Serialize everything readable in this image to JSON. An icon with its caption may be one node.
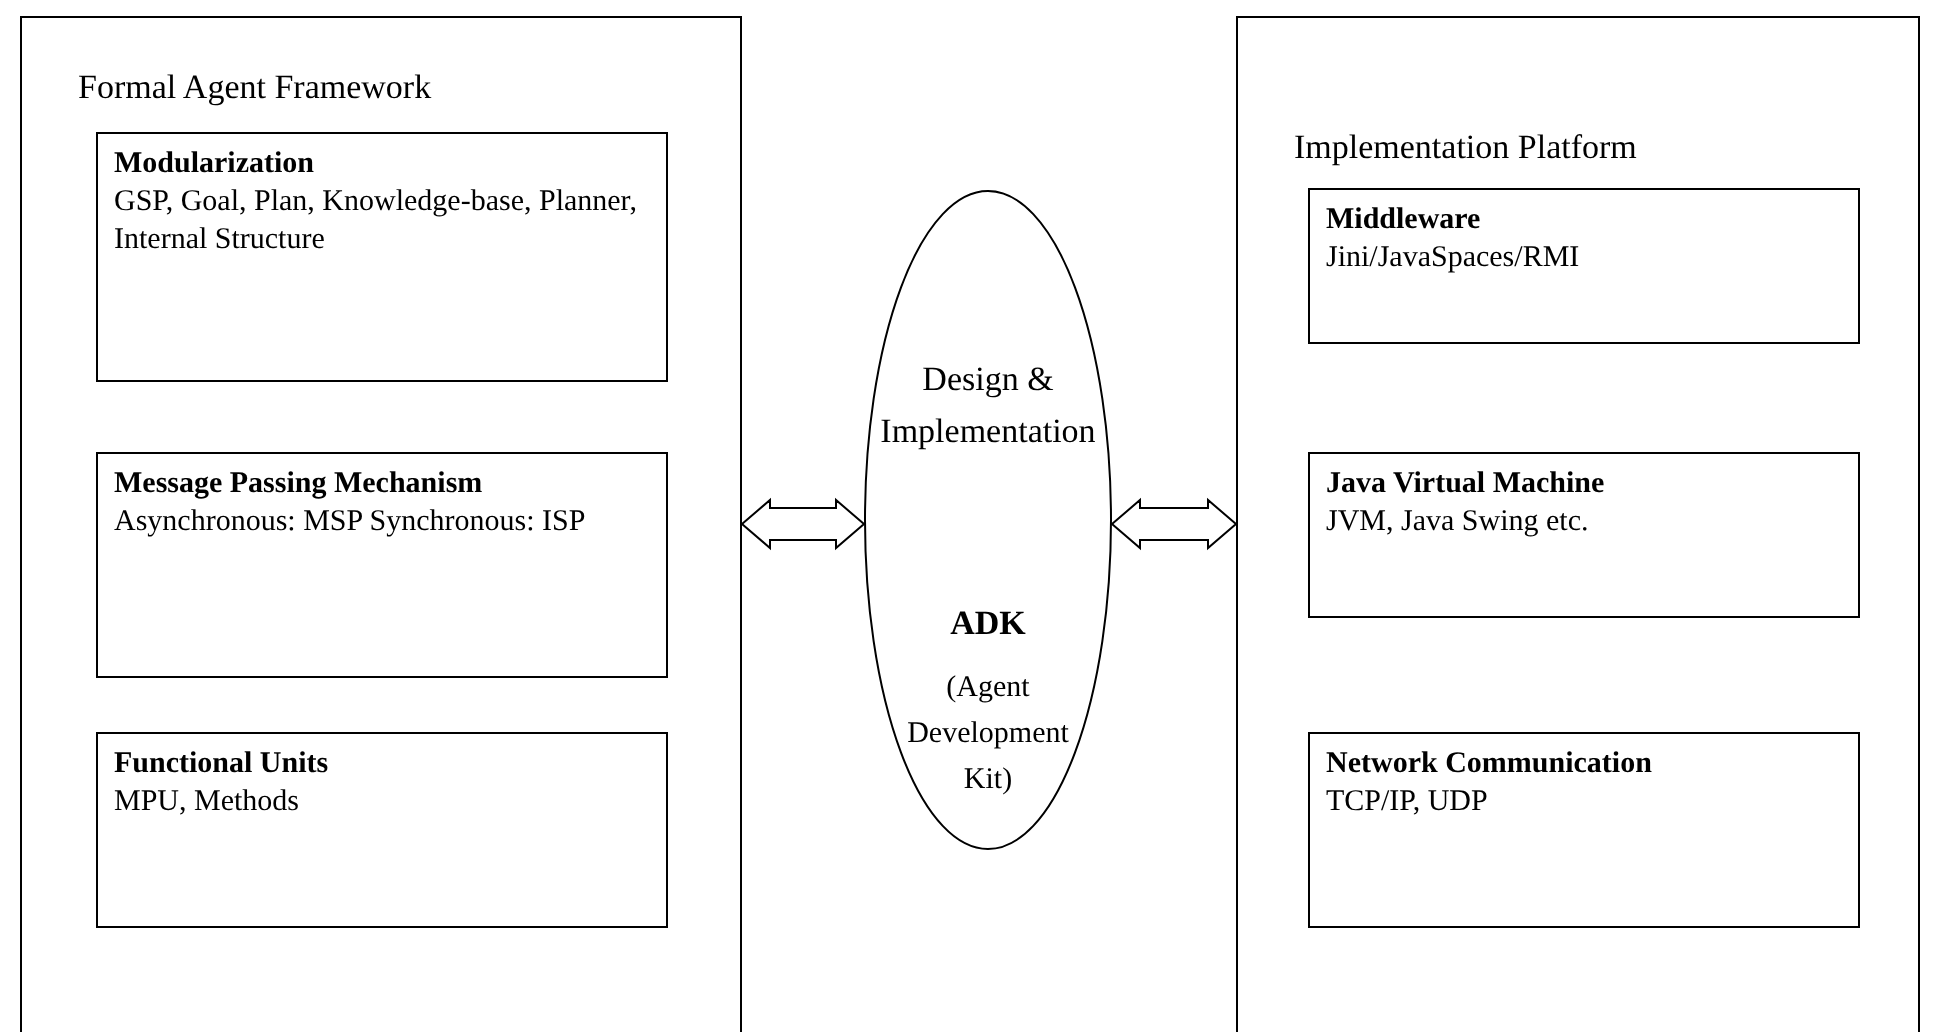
{
  "diagram": {
    "nodes": [
      {
        "text": [
          "Formal Agent Framework"
        ]
      },
      {
        "text": [
          "Modularization",
          "GSP, Goal, Plan, Knowledge-base, Planner, Internal Structure"
        ],
        "in": 0
      },
      {
        "text": [
          "Message Passing Mechanism",
          "Asynchronous: MSP Synchronous: ISP"
        ],
        "in": 0
      },
      {
        "text": [
          "Functional Units",
          "MPU, Methods"
        ],
        "in": 0
      },
      {
        "text": [
          "Design & Implementation",
          "ADK",
          "(Agent Development Kit)"
        ]
      },
      {
        "text": [
          "Implementation Platform"
        ]
      },
      {
        "text": [
          "Middleware",
          "Jini/JavaSpaces/RMI"
        ],
        "in": 5
      },
      {
        "text": [
          "Java Virtual Machine",
          "JVM, Java Swing etc."
        ],
        "in": 5
      },
      {
        "text": [
          "Network Communication",
          "TCP/IP, UDP"
        ],
        "in": 5
      }
    ],
    "edges": [
      {
        "from": 0,
        "to": 4,
        "arrow": "both"
      },
      {
        "from": 4,
        "to": 5,
        "arrow": "both"
      }
    ]
  }
}
